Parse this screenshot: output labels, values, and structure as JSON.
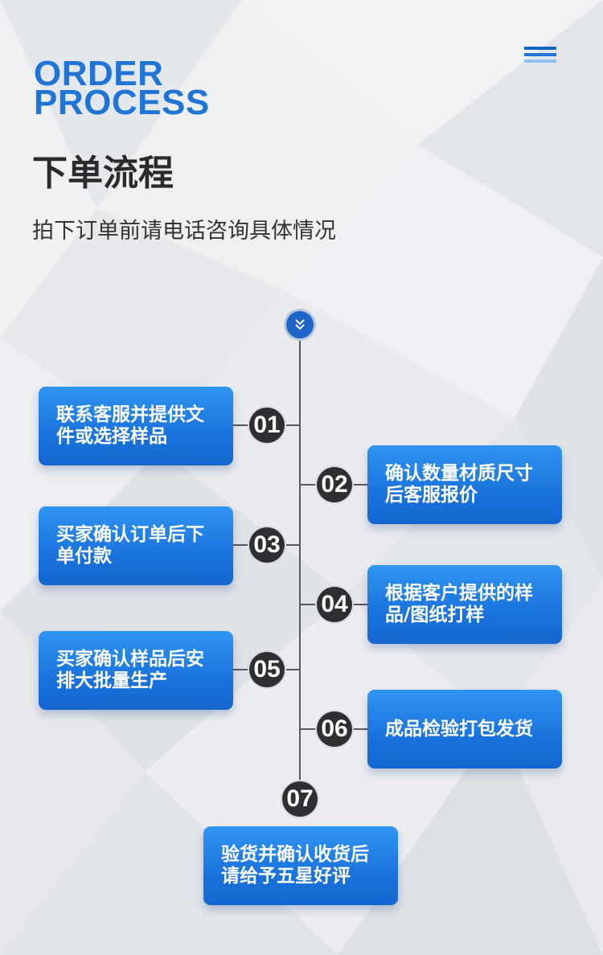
{
  "header": {
    "title_en_line1": "ORDER",
    "title_en_line2": "PROCESS",
    "title_cn": "下单流程",
    "subtitle": "拍下订单前请电话咨询具体情况"
  },
  "colors": {
    "accent": "#1f74d6",
    "card_top": "#2f95f3",
    "card_bottom": "#1466cf",
    "badge": "#2d2f33",
    "text_dark": "#2b2b2b"
  },
  "icons": {
    "menu": "menu-icon",
    "start": "chevron-double-down-icon"
  },
  "steps": [
    {
      "num": "01",
      "text": "联系客服并提供文件或选择样品"
    },
    {
      "num": "02",
      "text": "确认数量材质尺寸后客服报价"
    },
    {
      "num": "03",
      "text": "买家确认订单后下单付款"
    },
    {
      "num": "04",
      "text": "根据客户提供的样品/图纸打样"
    },
    {
      "num": "05",
      "text": "买家确认样品后安排大批量生产"
    },
    {
      "num": "06",
      "text": "成品检验打包发货"
    },
    {
      "num": "07",
      "text": "验货并确认收货后请给予五星好评"
    }
  ]
}
